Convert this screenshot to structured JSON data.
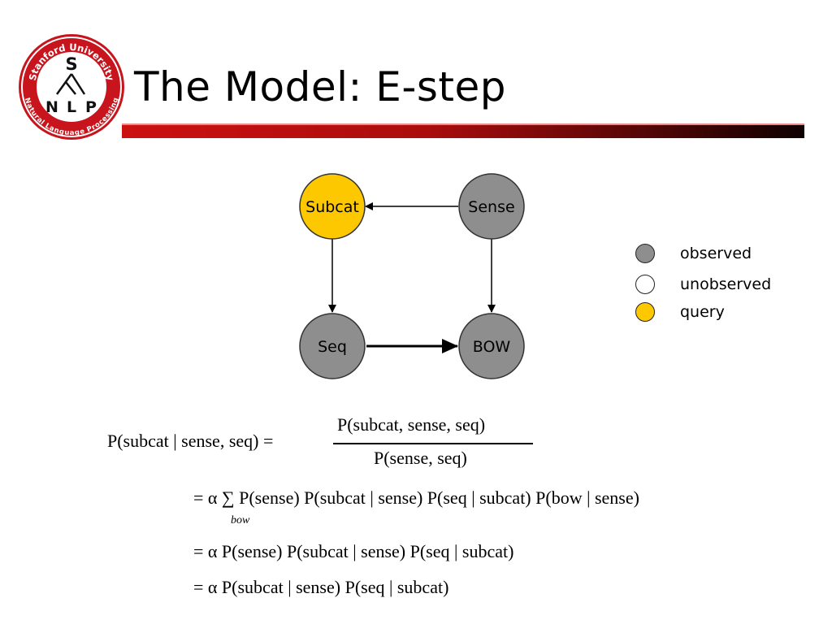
{
  "logo": {
    "university": "Stanford University",
    "department": "Natural Language Processing",
    "letters": [
      "S",
      "N",
      "L",
      "P"
    ]
  },
  "slide": {
    "title": "The Model: E-step"
  },
  "graph": {
    "nodes": {
      "subcat": {
        "label": "Subcat",
        "state": "query",
        "color": "#fdc800"
      },
      "sense": {
        "label": "Sense",
        "state": "observed",
        "color": "#8e8e8e"
      },
      "seq": {
        "label": "Seq",
        "state": "observed",
        "color": "#8e8e8e"
      },
      "bow": {
        "label": "BOW",
        "state": "observed",
        "color": "#8e8e8e"
      }
    },
    "edges": [
      {
        "from": "Sense",
        "to": "Subcat"
      },
      {
        "from": "Subcat",
        "to": "Seq"
      },
      {
        "from": "Sense",
        "to": "BOW"
      },
      {
        "from": "Seq",
        "to": "BOW"
      }
    ]
  },
  "legend": {
    "items": [
      {
        "label": "observed",
        "color": "#8e8e8e"
      },
      {
        "label": "unobserved",
        "color": "#ffffff"
      },
      {
        "label": "query",
        "color": "#fdc800"
      }
    ]
  },
  "equations": {
    "lhs": "P(subcat | sense, seq) =",
    "numerator": "P(subcat, sense, seq)",
    "denominator": "P(sense, seq)",
    "line2": "= α ∑ P(sense) P(subcat | sense) P(seq | subcat) P(bow | sense)",
    "sum_index": "bow",
    "line3": "= α P(sense) P(subcat | sense) P(seq | subcat)",
    "line4": "= α P(subcat | sense) P(seq | subcat)"
  }
}
